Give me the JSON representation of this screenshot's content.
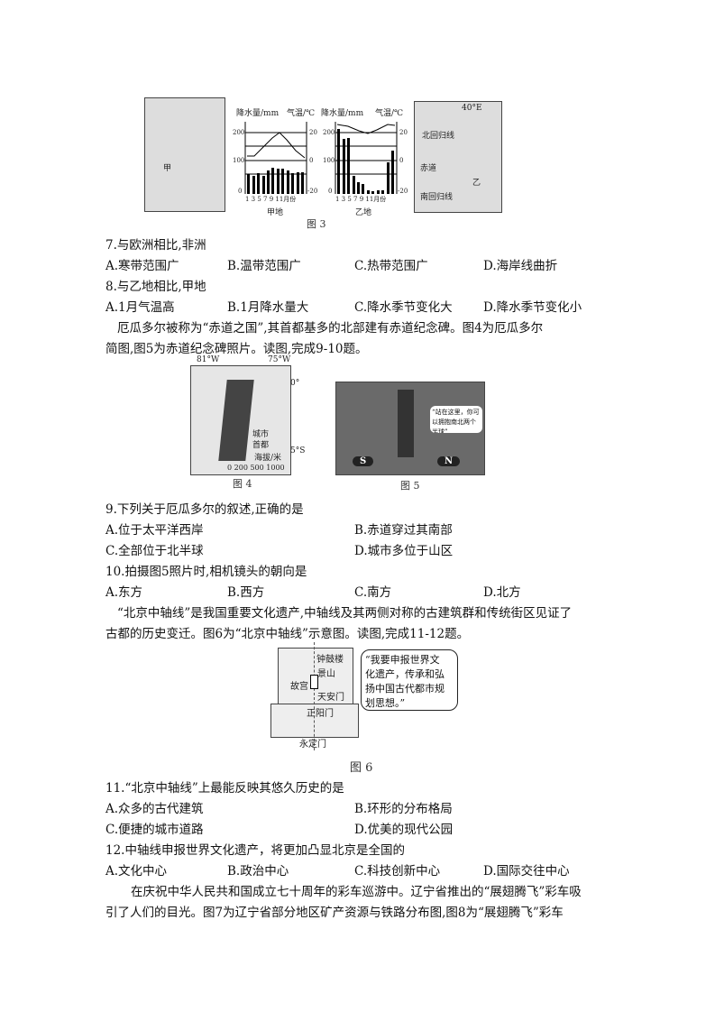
{
  "fig3": {
    "caption": "图 3",
    "chart1_label": "甲地",
    "chart2_label": "乙地",
    "precip_axis": "降水量/mm",
    "temp_axis": "气温/℃",
    "point_jia": "甲",
    "point_yi": "乙",
    "tropic_north": "北回归线",
    "equator": "赤道",
    "tropic_south": "南回归线",
    "lon": "40°E",
    "y_ticks": [
      "200",
      "100",
      "0"
    ],
    "t_ticks": [
      "20",
      "0",
      "-20"
    ],
    "x_ticks": "1 3 5 7 9 11月份"
  },
  "q7": {
    "stem": "7.与欧洲相比,非洲",
    "options": [
      "A.寒带范围广",
      "B.温带范围广",
      "C.热带范围广",
      "D.海岸线曲折"
    ]
  },
  "q8": {
    "stem": "8.与乙地相比,甲地",
    "options": [
      "A.1月气温高",
      "B.1月降水量大",
      "C.降水季节变化大",
      "D.降水季节变化小"
    ]
  },
  "para1": [
    "厄瓜多尔被称为“赤道之国”,其首都基多的北部建有赤道纪念碑。图4为厄瓜多尔",
    "简图,图5为赤道纪念碑照片。读图,完成9-10题。"
  ],
  "fig4": {
    "caption": "图 4",
    "lon_w": "81°W",
    "lon_e": "75°W",
    "lat_0": "0°",
    "lat_5": "5°S",
    "legend_city": "城市",
    "legend_capital": "首都",
    "legend_elev": "海拔/米",
    "scale": "0 200 500 1000"
  },
  "fig5": {
    "caption": "图 5",
    "bubble": "“站在这里，你可以拥抱南北两个半球”",
    "s": "S",
    "n": "N"
  },
  "q9": {
    "stem": "9.下列关于厄瓜多尔的叙述,正确的是",
    "options": [
      "A.位于太平洋西岸",
      "B.赤道穿过其南部",
      "C.全部位于北半球",
      "D.城市多位于山区"
    ]
  },
  "q10": {
    "stem": "10.拍摄图5照片时,相机镜头的朝向是",
    "options": [
      "A.东方",
      "B.西方",
      "C.南方",
      "D.北方"
    ]
  },
  "para2": [
    "“北京中轴线”是我国重要文化遗产,中轴线及其两侧对称的古建筑群和传统街区见证了",
    "古都的历史变迁。图6为“北京中轴线”示意图。读图,完成11-12题。"
  ],
  "fig6": {
    "caption": "图 6",
    "labels": [
      "钟鼓楼",
      "景山",
      "故宫",
      "天安门",
      "正阳门",
      "永定门"
    ],
    "bubble": [
      "“我要申报世界文",
      "化遗产，传承和弘",
      "扬中国古代都市规",
      "划思想。”"
    ]
  },
  "q11": {
    "stem": "11.“北京中轴线”上最能反映其悠久历史的是",
    "options": [
      "A.众多的古代建筑",
      "B.环形的分布格局",
      "C.便捷的城市道路",
      "D.优美的现代公园"
    ]
  },
  "q12": {
    "stem": "12.中轴线申报世界文化遗产，将更加凸显北京是全国的",
    "options": [
      "A.文化中心",
      "B.政治中心",
      "C.科技创新中心",
      "D.国际交往中心"
    ]
  },
  "para3": [
    "在庆祝中华人民共和国成立七十周年的彩车巡游中。辽宁省推出的“展翅腾飞”彩车吸",
    "引了人们的目光。图7为辽宁省部分地区矿产资源与铁路分布图,图8为“展翅腾飞”彩车"
  ]
}
